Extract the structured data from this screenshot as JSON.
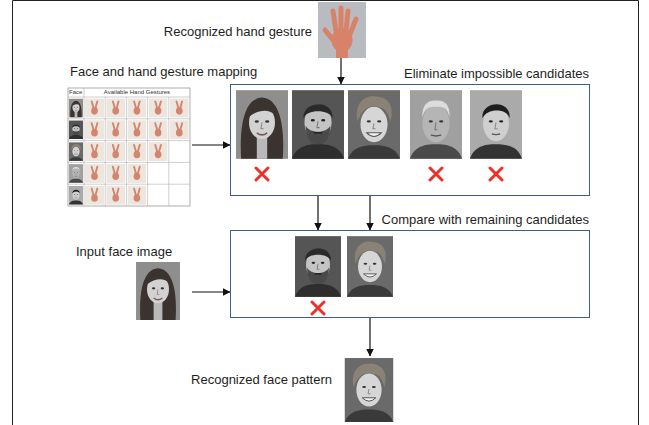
{
  "diagram": {
    "nodes": [
      {
        "text": [
          "Recognized hand gesture"
        ]
      },
      {
        "text": [
          "Face and hand gesture mapping"
        ]
      },
      {
        "text": [
          "Eliminate impossible candidates"
        ]
      },
      {
        "text": [
          "Input face image"
        ]
      },
      {
        "text": [
          "Compare with remaining candidates"
        ]
      },
      {
        "text": [
          "Recognized face pattern"
        ]
      }
    ],
    "edges": [
      {
        "from": 0,
        "to": 2,
        "arrow": "to"
      },
      {
        "from": 1,
        "to": 2,
        "arrow": "to"
      },
      {
        "from": 2,
        "to": 4,
        "arrow": "to"
      },
      {
        "from": 2,
        "to": 4,
        "arrow": "to"
      },
      {
        "from": 3,
        "to": 4,
        "arrow": "to"
      },
      {
        "from": 4,
        "to": 5,
        "arrow": "to"
      }
    ],
    "labels": [
      "Face",
      "Available Hand Gestures"
    ]
  }
}
